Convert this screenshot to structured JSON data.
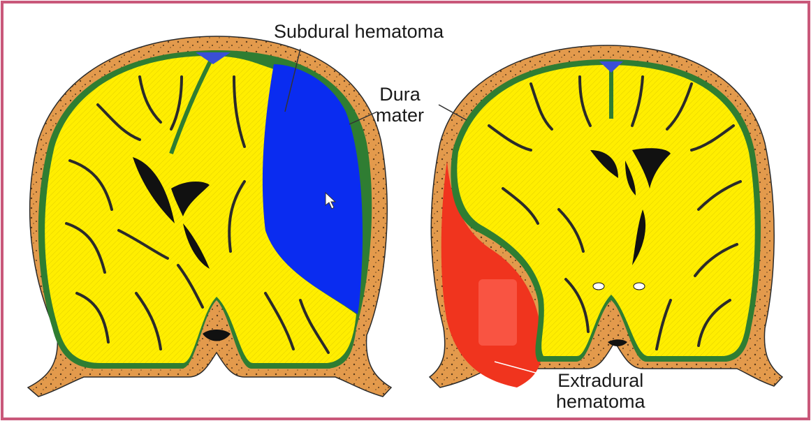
{
  "labels": {
    "subdural": "Subdural hematoma",
    "dura_line1": "Dura",
    "dura_line2": "mater",
    "extradural_line1": "Extradural",
    "extradural_line2": "hematoma"
  },
  "colors": {
    "frame_border": "#c9587a",
    "skull": "#e39a4c",
    "dura": "#2f7d32",
    "brain": "#ffee00",
    "sulci": "#2a2a2a",
    "subdural_hematoma": "#0a2cf0",
    "extradural_hematoma": "#f0341e",
    "ventricle": "#111111"
  }
}
